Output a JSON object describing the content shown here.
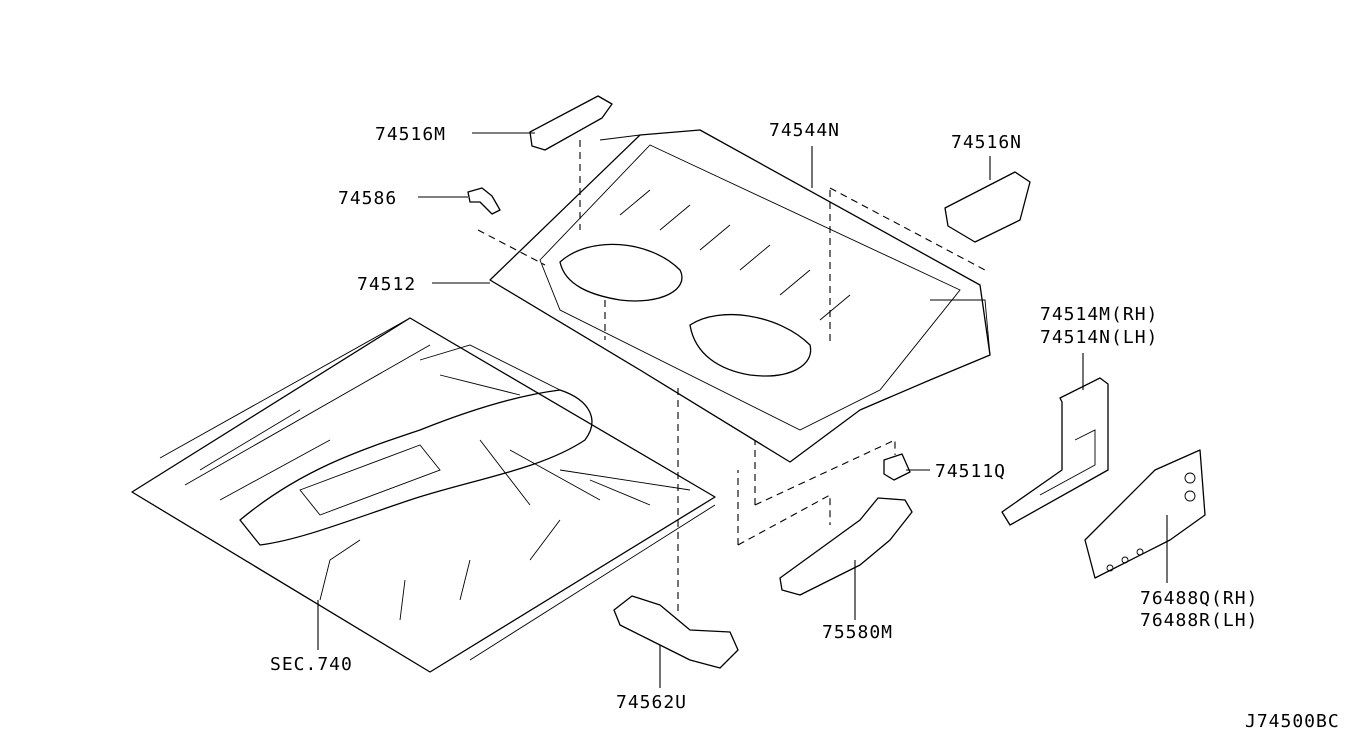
{
  "parts": {
    "p74516M": "74516M",
    "p74586": "74586",
    "p74512": "74512",
    "p74544N": "74544N",
    "p74516N": "74516N",
    "p74514": [
      "74514M(RH)",
      "74514N(LH)"
    ],
    "p74511Q": "74511Q",
    "p76488": [
      "76488Q(RH)",
      "76488R(LH)"
    ],
    "p75580M": "75580M",
    "p74562U": "74562U",
    "sec": "SEC.740"
  },
  "diagram_code": "J74500BC"
}
